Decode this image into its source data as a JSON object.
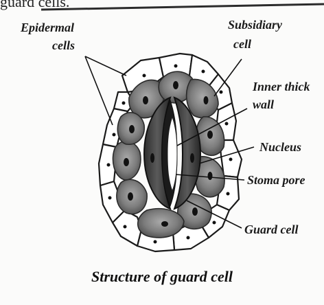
{
  "header_fragment": "guard cells.",
  "labels": {
    "epidermal_line1": "Epidermal",
    "epidermal_line2": "cells",
    "subsidiary_line1": "Subsidiary",
    "subsidiary_line2": "cell",
    "inner_line1": "Inner thick",
    "inner_line2": "wall",
    "nucleus": "Nucleus",
    "stoma_pore": "Stoma pore",
    "guard_cell": "Guard cell"
  },
  "caption": "Structure of guard cell"
}
